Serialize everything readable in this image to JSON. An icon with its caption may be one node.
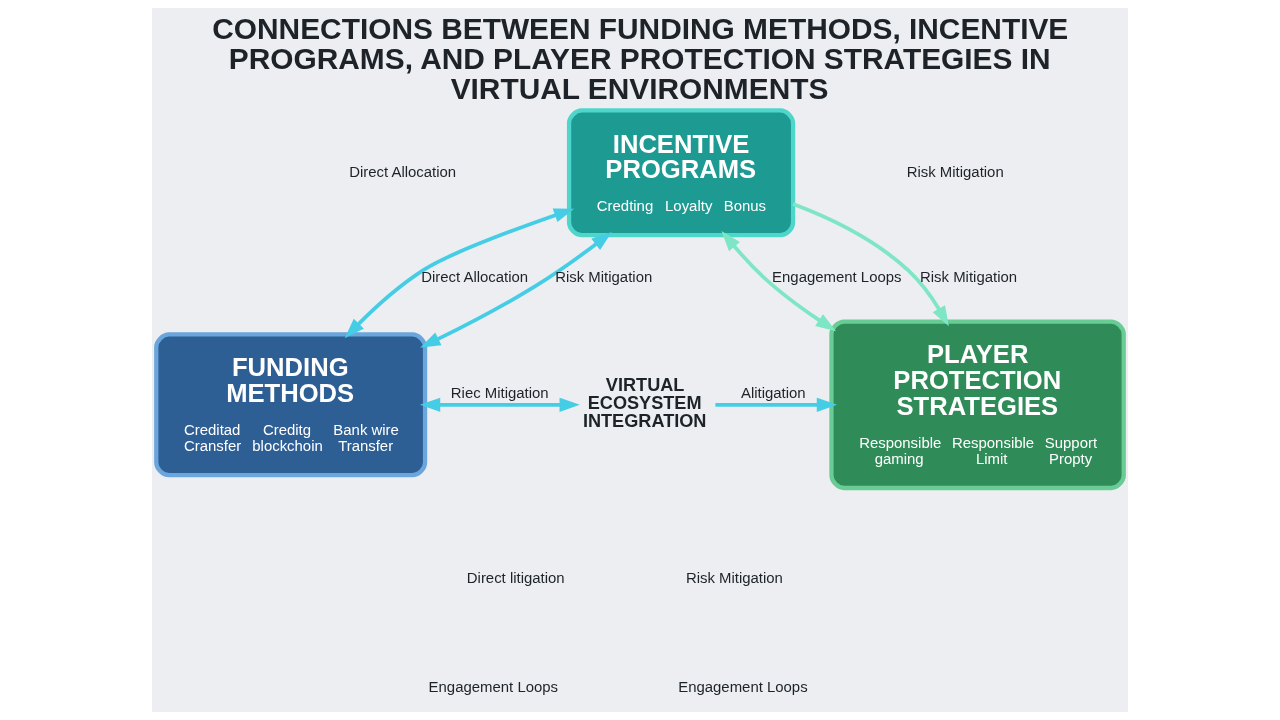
{
  "diagram": {
    "title": "CONNECTIONS BETWEEN FUNDING METHODS, INCENTIVE PROGRAMS, AND PLAYER PROTECTION STRATEGIES IN VIRTUAL ENVIRONMENTS",
    "nodes": [
      {
        "text": [
          "INCENTIVE PROGRAMS",
          "Credting",
          "Loyalty",
          "Bonus"
        ]
      },
      {
        "text": [
          "FUNDING METHODS",
          "Creditad Cransfer",
          "Creditg blockchoin",
          "Bank wire Transfer"
        ]
      },
      {
        "text": [
          "PLAYER PROTECTION STRATEGIES",
          "Responsible gaming",
          "Responsible Limit",
          "Support Propty"
        ]
      },
      {
        "text": [
          "VIRTUAL ECOSYSTEM INTEGRATION"
        ]
      }
    ],
    "edges": [
      {
        "from": 0,
        "to": 1,
        "arrow": "both",
        "label": "Direct Allocation"
      },
      {
        "from": 0,
        "to": 2,
        "arrow": "both",
        "label": "Engagement Loops",
        "color": "#7ee6c4"
      },
      {
        "from": 1,
        "to": 3,
        "arrow": "both",
        "label": "Riec Mitigation"
      },
      {
        "from": 3,
        "to": 2,
        "arrow": "to",
        "label": "Alitigation"
      },
      {
        "from": 0,
        "to": 1,
        "arrow": "both",
        "label": "Risk Mitigation"
      },
      {
        "from": 0,
        "to": 2,
        "arrow": "to",
        "label": "Risk Mitigation",
        "color": "#7ee6c4"
      }
    ],
    "labels": [
      "Direct Allocation",
      "Risk Mitigation",
      "Direct litigation",
      "Risk Mitigation",
      "Engagement Loops",
      "Engagement Loops"
    ]
  }
}
